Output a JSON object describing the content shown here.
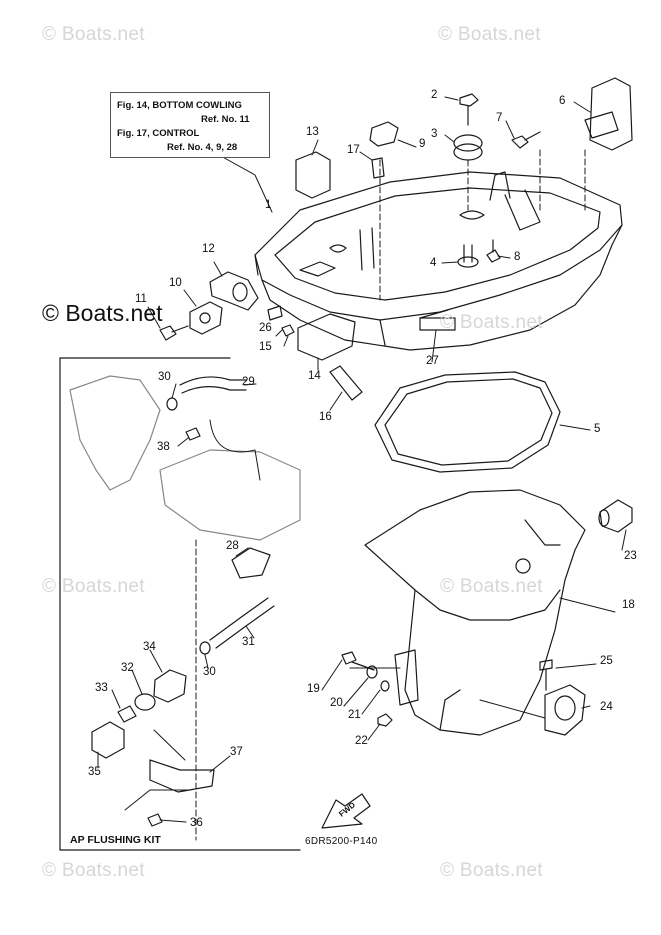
{
  "watermarks": {
    "text": "© Boats.net"
  },
  "reference_box": {
    "line1": "Fig. 14, BOTTOM COWLING",
    "line2": "Ref. No. 11",
    "line3": "Fig. 17, CONTROL",
    "line4": "Ref. No. 4, 9, 28"
  },
  "callouts": [
    "1",
    "2",
    "3",
    "4",
    "5",
    "6",
    "7",
    "8",
    "9",
    "10",
    "11",
    "12",
    "13",
    "14",
    "15",
    "16",
    "17",
    "18",
    "19",
    "20",
    "21",
    "22",
    "23",
    "24",
    "25",
    "26",
    "27",
    "28",
    "29",
    "30",
    "30",
    "31",
    "32",
    "33",
    "34",
    "35",
    "36",
    "37",
    "38"
  ],
  "kit_label": "AP FLUSHING KIT",
  "diagram_code": "6DR5200-P140",
  "fwd_label": "FWD"
}
